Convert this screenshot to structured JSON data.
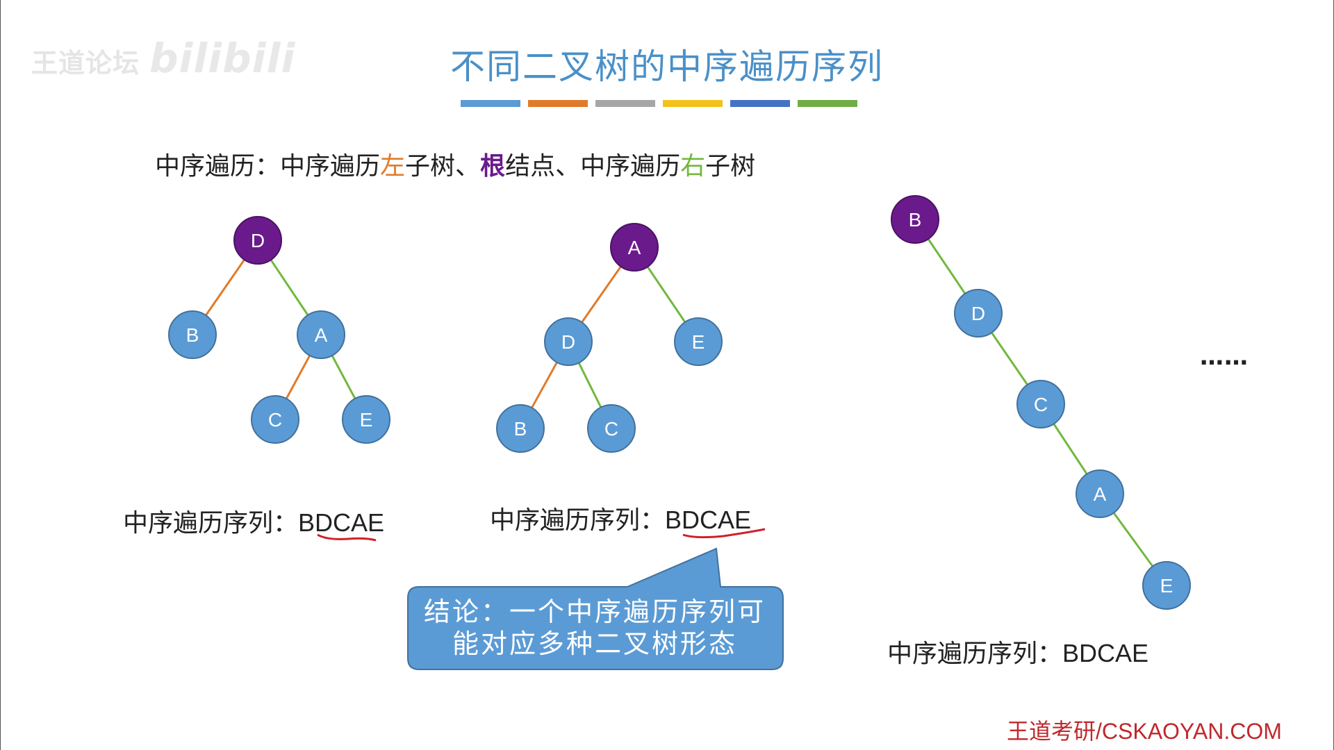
{
  "watermark": {
    "text": "王道论坛",
    "brand": "bilibili"
  },
  "title": "不同二叉树的中序遍历序列",
  "color_bar": [
    "#5b9bd5",
    "#e07b2a",
    "#a6a6a6",
    "#f2c21b",
    "#4472c4",
    "#70ad47"
  ],
  "rule": {
    "prefix": "中序遍历：中序遍历",
    "left": "左",
    "part2": "子树、",
    "root": "根",
    "part3": "结点、中序遍历",
    "right": "右",
    "part4": "子树"
  },
  "trees": [
    {
      "nodes": [
        "D",
        "B",
        "A",
        "C",
        "E"
      ],
      "sequence_label": "中序遍历序列：",
      "sequence": "BDCAE"
    },
    {
      "nodes": [
        "A",
        "D",
        "E",
        "B",
        "C"
      ],
      "sequence_label": "中序遍历序列：",
      "sequence": "BDCAE"
    },
    {
      "nodes": [
        "B",
        "D",
        "C",
        "A",
        "E"
      ],
      "sequence_label": "中序遍历序列：",
      "sequence": "BDCAE"
    }
  ],
  "callout": {
    "line1": "结论：一个中序遍历序列可",
    "line2": "能对应多种二叉树形态"
  },
  "ellipsis": "……",
  "footer": "王道考研/CSKAOYAN.COM",
  "colors": {
    "root_node": "#6b1a8c",
    "node": "#5b9bd5",
    "left_edge": "#e07b2a",
    "right_edge": "#72b83c",
    "underline": "#d0202a",
    "title": "#4a90c8"
  }
}
